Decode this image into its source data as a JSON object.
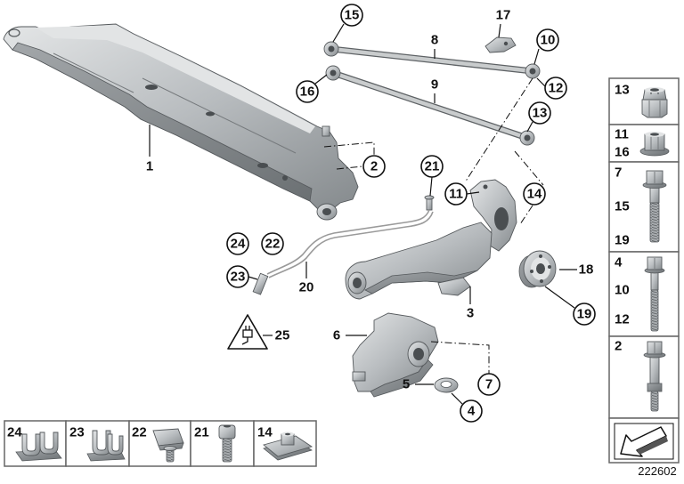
{
  "diagram": {
    "id_number": "222602"
  },
  "callouts": {
    "c1": "1",
    "c2": "2",
    "c3": "3",
    "c4": "4",
    "c5": "5",
    "c6": "6",
    "c7": "7",
    "c8": "8",
    "c9": "9",
    "c10": "10",
    "c11": "11",
    "c12": "12",
    "c13": "13",
    "c14": "14",
    "c15": "15",
    "c16": "16",
    "c17": "17",
    "c18": "18",
    "c19": "19",
    "c20": "20",
    "c21": "21",
    "c22": "22",
    "c23": "23",
    "c24": "24",
    "c25": "25"
  },
  "side_panel": {
    "nut": [
      "13"
    ],
    "flange_nut": [
      "11",
      "16"
    ],
    "short_bolt": [
      "7",
      "15",
      "19"
    ],
    "long_bolt": [
      "4",
      "10",
      "12"
    ],
    "collar_bolt": [
      "2"
    ]
  },
  "bottom_strip": [
    "24",
    "23",
    "22",
    "21",
    "14"
  ],
  "icons": {
    "warning": "electrical-warning-triangle-icon",
    "navigation": "arrow-down-left-icon"
  },
  "colors": {
    "ink": "#111111",
    "metal": "#b8bcbf",
    "panel_border": "#666666",
    "wire": "#9a9a9a",
    "background": "#ffffff"
  }
}
